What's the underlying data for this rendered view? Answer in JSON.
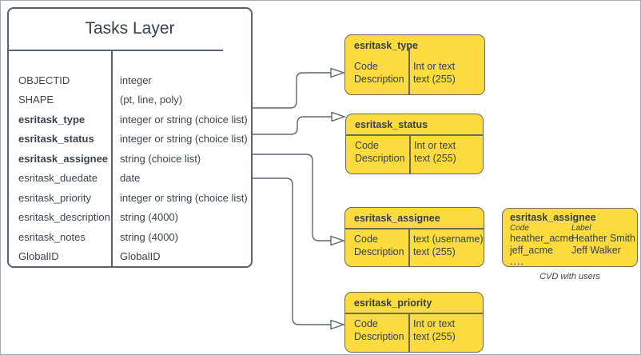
{
  "diagram": {
    "tasks_layer": {
      "title": "Tasks Layer",
      "fields": [
        {
          "name": "OBJECTID",
          "type": "integer"
        },
        {
          "name": "SHAPE",
          "type": "(pt, line, poly)"
        },
        {
          "name": "esritask_type",
          "type": "integer or string (choice list)"
        },
        {
          "name": "esritask_status",
          "type": "integer or string (choice list)"
        },
        {
          "name": "esritask_assignee",
          "type": "string (choice list)"
        },
        {
          "name": "esritask_duedate",
          "type": "date"
        },
        {
          "name": "esritask_priority",
          "type": "integer or string (choice list)"
        },
        {
          "name": "esritask_description",
          "type": "string (4000)"
        },
        {
          "name": "esritask_notes",
          "type": "string (4000)"
        },
        {
          "name": "GlobalID",
          "type": "GlobalID"
        }
      ]
    },
    "choice_lists": [
      {
        "title": "esritask_type",
        "left": [
          "Code",
          "Description"
        ],
        "right": [
          "Int or text",
          "text (255)"
        ]
      },
      {
        "title": "esritask_status",
        "left": [
          "Code",
          "Description"
        ],
        "right": [
          "Int or text",
          "text (255)"
        ]
      },
      {
        "title": "esritask_assignee",
        "left": [
          "Code",
          "Description"
        ],
        "right": [
          "text  (username)",
          "text (255)"
        ]
      },
      {
        "title": "esritask_priority",
        "left": [
          "Code",
          "Description"
        ],
        "right": [
          "Int or text",
          "text (255)"
        ]
      }
    ],
    "cvd": {
      "title": "esritask_assignee",
      "headers": [
        "Code",
        "Label"
      ],
      "rows": [
        {
          "code": "heather_acme",
          "label": "Heather Smith"
        },
        {
          "code": "jeff_acme",
          "label": "Jeff Walker"
        }
      ],
      "more": "....",
      "caption": "CVD with users"
    },
    "colors": {
      "box_fill": "#FBDB3E",
      "box_border": "#6A695C",
      "connector": "#5F6670",
      "table_border": "#59616E",
      "text": "#333F4E"
    }
  }
}
